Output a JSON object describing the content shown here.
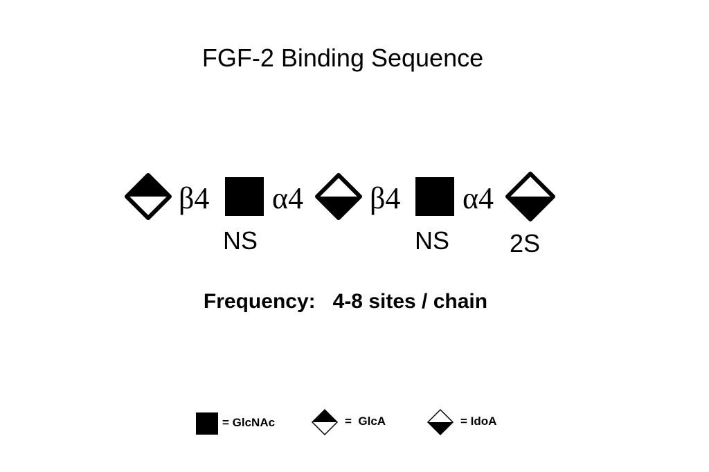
{
  "title": "FGF-2 Binding Sequence",
  "sequence": {
    "residues": [
      "GlcA",
      "GlcNAc",
      "IdoA",
      "GlcNAc",
      "IdoA"
    ],
    "linkages": [
      "β4",
      "α4",
      "β4",
      "α4"
    ],
    "modifications": [
      "NS",
      "NS",
      "2S"
    ]
  },
  "frequency": "Frequency:   4-8 sites / chain",
  "legend": {
    "glcnac": "= GlcNAc",
    "glca": "=  GlcA",
    "idoa": "= IdoA"
  },
  "colors": {
    "fill": "#000000",
    "background": "#ffffff"
  }
}
